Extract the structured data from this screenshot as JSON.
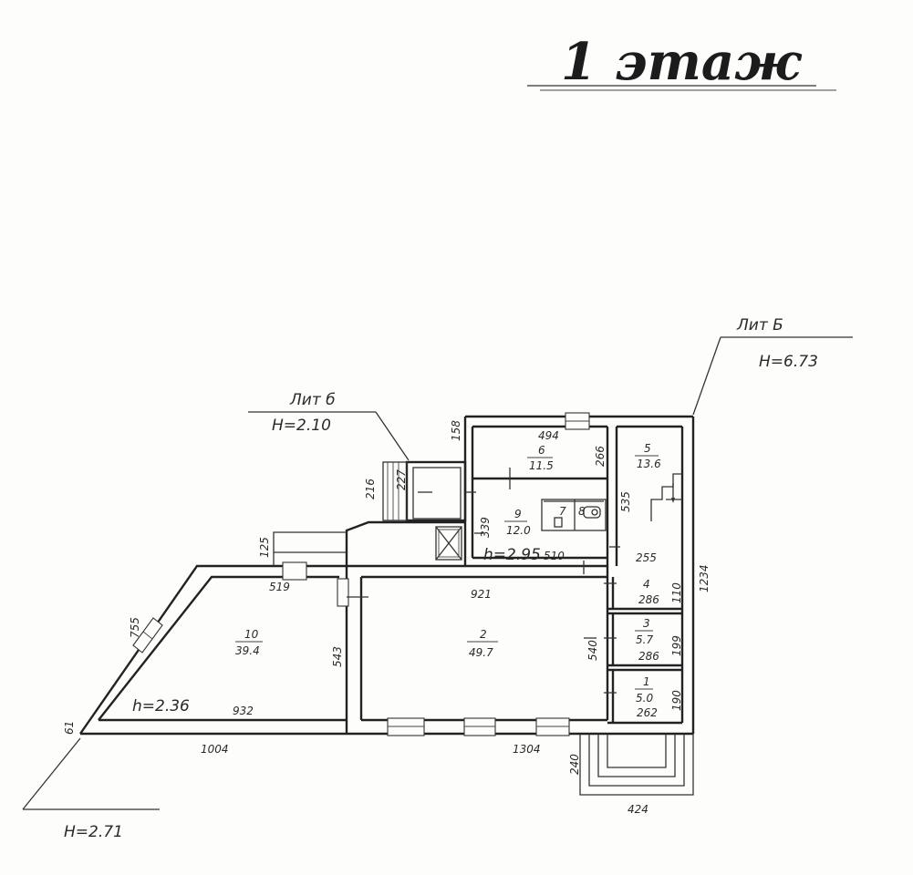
{
  "title": "1 этаж",
  "leaders": {
    "left_top": {
      "lit": "Лит б",
      "height": "Н=2.10"
    },
    "right_top": {
      "lit": "Лит Б",
      "height": "Н=6.73"
    },
    "bottom_left": {
      "height": "Н=2.71"
    }
  },
  "rooms": [
    {
      "num": "1",
      "area": "5.0"
    },
    {
      "num": "2",
      "area": "49.7"
    },
    {
      "num": "3",
      "area": "5.7"
    },
    {
      "num": "4",
      "area": ""
    },
    {
      "num": "5",
      "area": "13.6"
    },
    {
      "num": "6",
      "area": "11.5"
    },
    {
      "num": "7",
      "area": ""
    },
    {
      "num": "8",
      "area": ""
    },
    {
      "num": "9",
      "area": "12.0"
    },
    {
      "num": "10",
      "area": "39.4"
    }
  ],
  "heights": {
    "room9": "h=2.95",
    "room10": "h=2.36"
  },
  "dimensions": {
    "d494": "494",
    "d266": "266",
    "d158": "158",
    "d535": "535",
    "d255": "255",
    "d339": "339",
    "d510": "510",
    "d227": "227",
    "d216": "216",
    "d125": "125",
    "d519": "519",
    "d921": "921",
    "d110": "110",
    "d286a": "286",
    "d199": "199",
    "d286b": "286",
    "d190": "190",
    "d262": "262",
    "d540": "540",
    "d543": "543",
    "d755": "755",
    "d932": "932",
    "d61": "61",
    "d1004": "1004",
    "d1304": "1304",
    "d240": "240",
    "d424": "424",
    "d1234": "1234"
  }
}
